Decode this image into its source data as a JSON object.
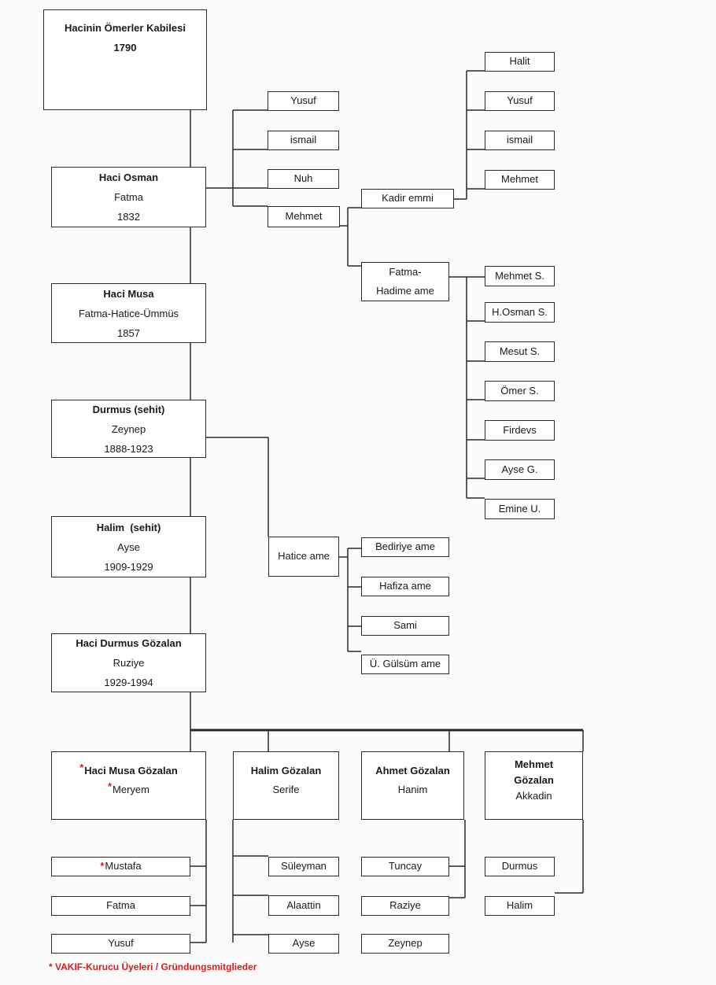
{
  "root": {
    "title": "Hacinin Ömerler Kabilesi",
    "year": "1790"
  },
  "gen1": {
    "name": "Haci Osman",
    "spouse": "Fatma",
    "year": "1832"
  },
  "gen1_children": [
    "Yusuf",
    "ismail",
    "Nuh",
    "Mehmet"
  ],
  "mehmet_children": [
    "Kadir emmi",
    "Fatma-Hadime ame"
  ],
  "kadir_children": [
    "Halit",
    "Yusuf",
    "ismail",
    "Mehmet"
  ],
  "fatma_hadime_children": [
    "Mehmet S.",
    "H.Osman S.",
    "Mesut S.",
    "Ömer S.",
    "Firdevs",
    "Ayse G.",
    "Emine U."
  ],
  "gen2": {
    "name": "Haci Musa",
    "spouse": "Fatma-Hatice-Ümmüs",
    "year": "1857"
  },
  "gen3": {
    "name": "Durmus (sehit)",
    "spouse": "Zeynep",
    "year": "1888-1923"
  },
  "gen3_daughter": "Hatice ame",
  "hatice_children": [
    "Bediriye ame",
    "Hafiza ame",
    "Sami",
    "Ü. Gülsüm ame"
  ],
  "gen4": {
    "name": "Halim  (sehit)",
    "spouse": "Ayse",
    "year": "1909-1929"
  },
  "gen5": {
    "name": "Haci Durmus Gözalan",
    "spouse": "Ruziye",
    "year": "1929-1994"
  },
  "gen6": [
    {
      "name": "Haci Musa Gözalan",
      "spouse": "Meryem",
      "children": [
        "Mustafa",
        "Fatma",
        "Yusuf"
      ]
    },
    {
      "name": "Halim Gözalan",
      "spouse": "Serife",
      "children": [
        "Süleyman",
        "Alaattin",
        "Ayse"
      ]
    },
    {
      "name": "Ahmet Gözalan",
      "spouse": "Hanim",
      "children": [
        "Tuncay",
        "Raziye",
        "Zeynep"
      ]
    },
    {
      "name_line1": "Mehmet",
      "name_line2": "Gözalan",
      "spouse": "Akkadin",
      "children": [
        "Durmus",
        "Halim"
      ]
    }
  ],
  "marker": "*",
  "legend": "* VAKIF-Kurucu Üyeleri / Gründungsmitglieder",
  "colors": {
    "line": "#2a2a2a",
    "marker": "#d02020",
    "background": "#fbfbfb"
  }
}
